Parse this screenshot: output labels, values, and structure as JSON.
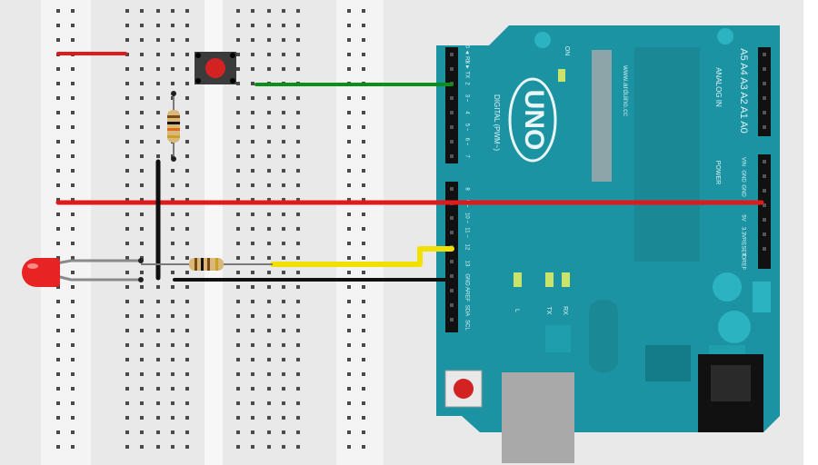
{
  "colors": {
    "breadboard": "#e9e9e9",
    "rail_strip": "#f4f4f4",
    "hole": "#4a4a4a",
    "board": "#1b93a2",
    "board_dark": "#0f7f8d",
    "pin_header": "#111111",
    "wire_red": "#e0191b",
    "wire_green": "#0a8f1a",
    "wire_yellow": "#f2e100",
    "wire_black": "#101010",
    "led_red": "#e82323",
    "led_indicator": "#c9e36b"
  },
  "board": {
    "model_label": "UNO",
    "website_label": "www.arduino.cc",
    "on_label": "ON",
    "digital_label": "DIGITAL (PWM~)",
    "analog_label": "ANALOG IN",
    "power_label": "POWER",
    "digital_pins_top": [
      "0 ◄ RX",
      "1 ► TX",
      "2",
      "3 ~",
      "4",
      "5 ~",
      "6 ~",
      "7"
    ],
    "digital_pins_bottom": [
      "8",
      "9 ~",
      "10 ~",
      "11 ~",
      "12",
      "13",
      "GND",
      "AREF",
      "SDA",
      "SCL"
    ],
    "analog_pins": [
      "A5",
      "A4",
      "A3",
      "A2",
      "A1",
      "A0"
    ],
    "power_pins": [
      "VIN",
      "GND",
      "GND",
      "5V",
      "3.3V",
      "RESET",
      "IOREF"
    ],
    "led_labels": [
      "L",
      "TX",
      "RX"
    ]
  },
  "components": {
    "icons": [
      "pushbutton-icon",
      "resistor-icon",
      "led-icon",
      "usb-port-icon",
      "power-jack-icon"
    ]
  }
}
